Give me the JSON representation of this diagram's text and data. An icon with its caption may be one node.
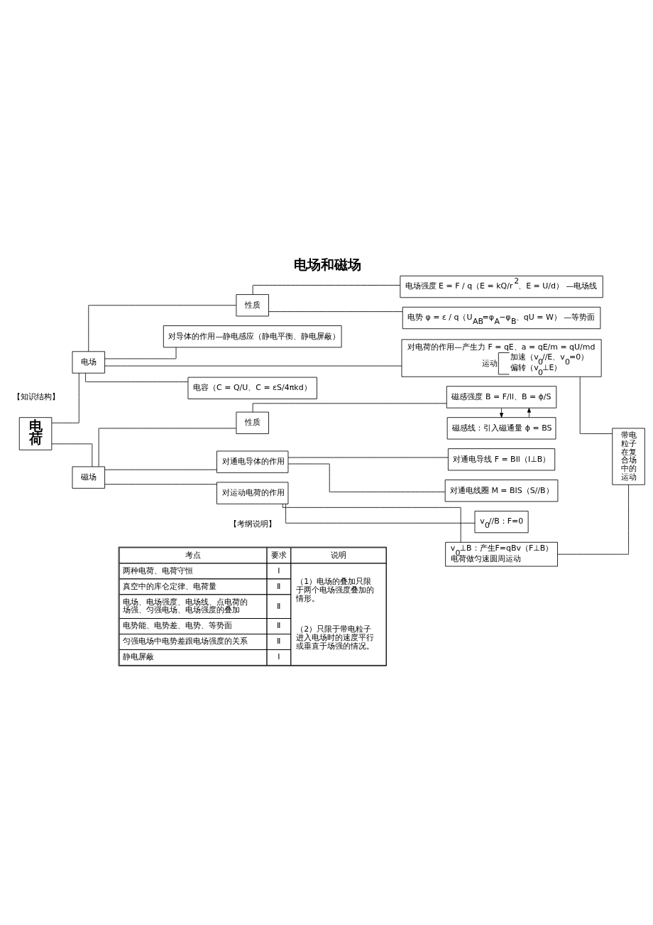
{
  "diagram": {
    "title": "电场和磁场",
    "nodes": [
      {
        "text": [
          "电荷"
        ]
      },
      {
        "text": [
          "电场"
        ]
      },
      {
        "text": [
          "性质"
        ]
      },
      {
        "text": [
          "电场强度 E = F / q（E = kQ/r$^{2}$、E = U/d） —电场线"
        ]
      },
      {
        "text": [
          "电势 φ = ε / q（U$_{AB}$=φ$_{A}$−φ$_{B}$、qU = W） —等势面"
        ]
      },
      {
        "text": [
          "对导体的作用—静电感应（静电平衡、静电屏蔽）"
        ]
      },
      {
        "text": [
          "对电荷的作用—产生力 F = qE、a = qE/m = qU/md",
          "运动",
          "加速（v$_{0}$//E、v$_{0}$=0）",
          "偏转（v$_{0}$⊥E）"
        ]
      },
      {
        "text": [
          "电容（C = Q/U、C = εS/4πkd）"
        ]
      },
      {
        "text": [
          "磁场"
        ]
      },
      {
        "text": [
          "性质"
        ]
      },
      {
        "text": [
          "磁感强度 B = F/Il、B = ϕ/S"
        ]
      },
      {
        "text": [
          "磁感线：引入磁通量 ϕ = BS"
        ]
      },
      {
        "text": [
          "对通电导体的作用"
        ]
      },
      {
        "text": [
          "对通电导线 F = BIl（I⊥B）"
        ]
      },
      {
        "text": [
          "对通电线圈 M = BIS（S//B）"
        ]
      },
      {
        "text": [
          "对运动电荷的作用"
        ]
      },
      {
        "text": [
          "v$_{0}$//B：F=0"
        ]
      },
      {
        "text": [
          "v$_{0}$⊥B：产生F=qBv（F⊥B）",
          "电荷做匀速圆周运动"
        ]
      },
      {
        "text": [
          "带电粒子在复合场中的运动"
        ]
      }
    ],
    "edges": [
      {
        "from": 0,
        "to": 1,
        "arrow": "none"
      },
      {
        "from": 0,
        "to": 8,
        "arrow": "none"
      },
      {
        "from": 1,
        "to": 2,
        "arrow": "none"
      },
      {
        "from": 1,
        "to": 5,
        "arrow": "none"
      },
      {
        "from": 1,
        "to": 6,
        "arrow": "none"
      },
      {
        "from": 1,
        "to": 7,
        "arrow": "none"
      },
      {
        "from": 2,
        "to": 3,
        "arrow": "none"
      },
      {
        "from": 2,
        "to": 4,
        "arrow": "none"
      },
      {
        "from": 8,
        "to": 9,
        "arrow": "none"
      },
      {
        "from": 8,
        "to": 12,
        "arrow": "none"
      },
      {
        "from": 8,
        "to": 15,
        "arrow": "none"
      },
      {
        "from": 9,
        "to": 10,
        "arrow": "none"
      },
      {
        "from": 10,
        "to": 11,
        "arrow": "to"
      },
      {
        "from": 11,
        "to": 10,
        "arrow": "to"
      },
      {
        "from": 12,
        "to": 13,
        "arrow": "none"
      },
      {
        "from": 12,
        "to": 14,
        "arrow": "none"
      },
      {
        "from": 15,
        "to": 16,
        "arrow": "none"
      },
      {
        "from": 15,
        "to": 17,
        "arrow": "none"
      },
      {
        "from": 6,
        "to": 18,
        "arrow": "none"
      },
      {
        "from": 17,
        "to": 18,
        "arrow": "none"
      }
    ],
    "labels": [
      "【知识结构】",
      "【考纲说明】",
      "考点",
      "要求",
      "说明",
      "两种电荷、电荷守恒",
      "Ⅰ",
      "（1）电场的叠加只限于两个电场强度叠加的情形。",
      "（2）只限于带电粒子进入电场时的速度平行或垂直于场强的情况。",
      "真空中的库仑定律、电荷量",
      "Ⅱ",
      "电场、电场强度、电场线、点电荷的场强、匀强电场、电场强度的叠加",
      "Ⅱ",
      "电势能、电势差、电势、等势面",
      "Ⅱ",
      "匀强电场中电势差跟电场强度的关系",
      "Ⅱ",
      "静电屏蔽",
      "Ⅰ"
    ]
  }
}
